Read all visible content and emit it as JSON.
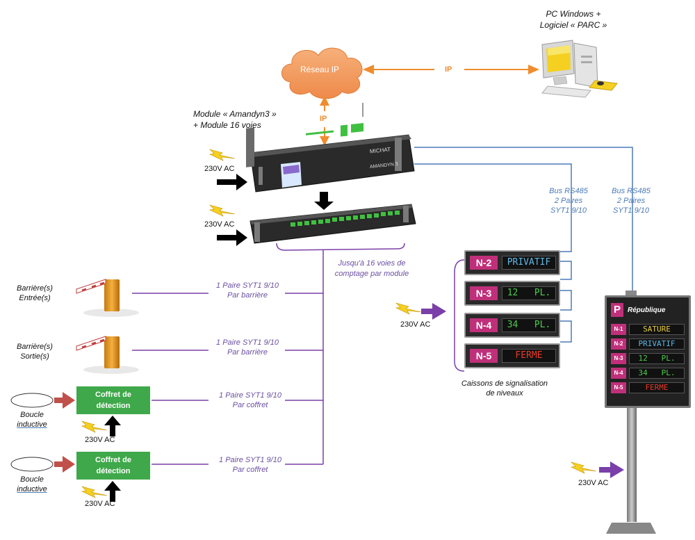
{
  "pc": {
    "line1": "PC Windows  +",
    "line2": "Logiciel « PARC »"
  },
  "network": {
    "cloud_label": "Réseau IP",
    "ip_horizontal": "IP",
    "ip_vertical": "IP"
  },
  "module": {
    "line1": "Module « Amandyn3 »",
    "line2": "+ Module 16 voies",
    "brand": "MICHAT",
    "model": "AMANDYN 3"
  },
  "power": {
    "label": "230V AC"
  },
  "bus_left": {
    "line1": "Bus RS485",
    "line2": "2 Paires",
    "line3": "SYT1 9/10"
  },
  "bus_right": {
    "line1": "Bus RS485",
    "line2": "2 Paires",
    "line3": "SYT1 9/10"
  },
  "channels": {
    "line1": "Jusqu'à 16 voies de",
    "line2": "comptage par module"
  },
  "barrier_in": {
    "line1": "Barrière(s)",
    "line2": "Entrée(s)",
    "cable1": "1 Paire SYT1 9/10",
    "cable2": "Par barrière"
  },
  "barrier_out": {
    "line1": "Barrière(s)",
    "line2": "Sortie(s)",
    "cable1": "1 Paire SYT1 9/10",
    "cable2": "Par barrière"
  },
  "detect1": {
    "box1": "Coffret de",
    "box2": "détection",
    "loop1": "Boucle",
    "loop2": "inductive",
    "cable1": "1 Paire SYT1 9/10",
    "cable2": "Par coffret"
  },
  "detect2": {
    "box1": "Coffret de",
    "box2": "détection",
    "loop1": "Boucle",
    "loop2": "inductive",
    "cable1": "1 Paire SYT1 9/10",
    "cable2": "Par coffret"
  },
  "levels": [
    {
      "tag": "N-2",
      "text": "PRIVATIF",
      "color": "#5fb8e8"
    },
    {
      "tag": "N-3",
      "text": "12   PL.",
      "color": "#4ccc4c"
    },
    {
      "tag": "N-4",
      "text": "34   PL.",
      "color": "#4ccc4c"
    },
    {
      "tag": "N-5",
      "text": "FERME",
      "color": "#e83a2a"
    }
  ],
  "levels_caption": {
    "line1": "Caissons de signalisation",
    "line2": "de niveaux"
  },
  "totem": {
    "p": "P",
    "title": "République",
    "rows": [
      {
        "tag": "N-1",
        "text": "SATURE",
        "color": "#e8d040"
      },
      {
        "tag": "N-2",
        "text": "PRIVATIF",
        "color": "#5fb8e8"
      },
      {
        "tag": "N-3",
        "text": "12   PL.",
        "color": "#4ccc4c"
      },
      {
        "tag": "N-4",
        "text": "34   PL.",
        "color": "#4ccc4c"
      },
      {
        "tag": "N-5",
        "text": "FERME",
        "color": "#e83a2a"
      }
    ]
  },
  "colors": {
    "orange": "#f08c2c",
    "purple": "#6a4fa0",
    "blue": "#4a7ab8",
    "green": "#3fa84a",
    "magenta": "#c0307a"
  }
}
